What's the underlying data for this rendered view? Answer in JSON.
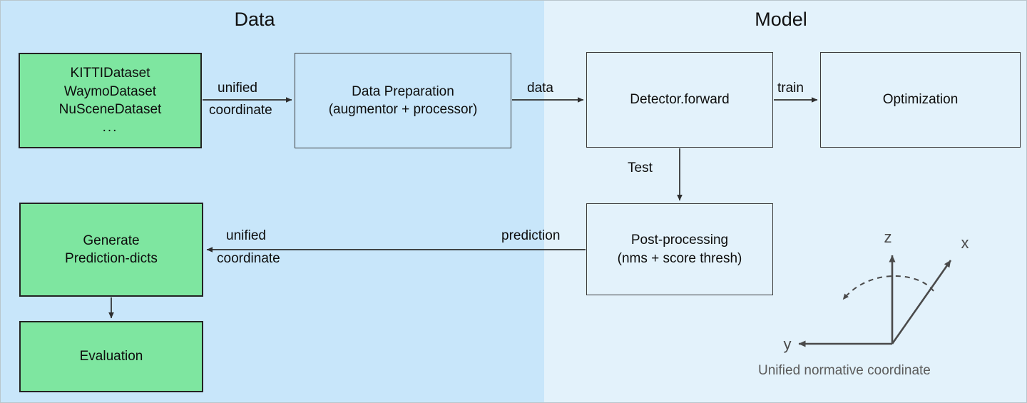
{
  "diagram": {
    "title_data": "Data",
    "title_model": "Model",
    "colors": {
      "panel_data_bg": "#c8e6fa",
      "panel_model_bg": "#e3f2fb",
      "node_green": "#7ee6a0",
      "node_border_dark": "#232323",
      "node_border_thin": "#3b3b3b",
      "text": "#0d0d0d",
      "axis_gray": "#5b5b5b"
    },
    "nodes": {
      "datasets": {
        "line1": "KITTIDataset",
        "line2": "WaymoDataset",
        "line3": "NuSceneDataset",
        "line4": "..."
      },
      "data_preparation": {
        "line1": "Data Preparation",
        "line2": "(augmentor + processor)"
      },
      "detector": {
        "line1": "Detector.forward"
      },
      "optimization": {
        "line1": "Optimization"
      },
      "post_processing": {
        "line1": "Post-processing",
        "line2": "(nms + score thresh)"
      },
      "generate": {
        "line1": "Generate",
        "line2": "Prediction-dicts"
      },
      "evaluation": {
        "line1": "Evaluation"
      }
    },
    "edges": {
      "datasets_to_dataprep_line1": "unified",
      "datasets_to_dataprep_line2": "coordinate",
      "dataprep_to_detector": "data",
      "detector_to_optimization": "train",
      "detector_to_postproc": "Test",
      "postproc_to_generate": "prediction",
      "postproc_to_generate_line1": "unified",
      "postproc_to_generate_line2": "coordinate"
    },
    "axes": {
      "x_label": "x",
      "y_label": "y",
      "z_label": "z",
      "caption": "Unified normative coordinate"
    }
  }
}
